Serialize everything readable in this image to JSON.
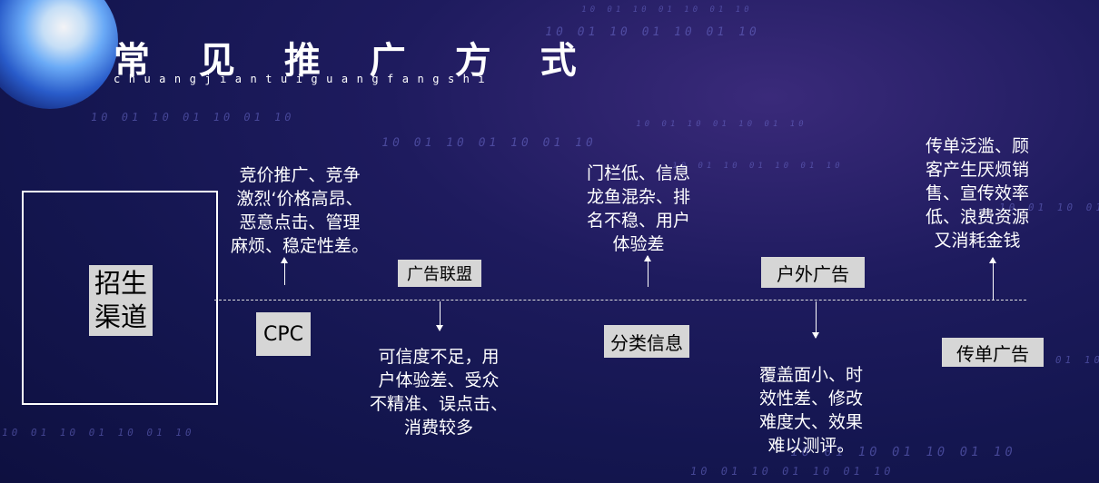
{
  "title": "常 见 推 广 方 式",
  "pinyin": "chuangjiantuiguangfangshi",
  "channel": {
    "label_line1": "招生",
    "label_line2": "渠道"
  },
  "binary_text": "10 01 10 01 10 01 10",
  "items": [
    {
      "tag": "CPC",
      "desc": [
        "竞价推广、竞争",
        "激烈‘价格高昂、",
        "恶意点击、管理",
        "麻烦、稳定性差。"
      ]
    },
    {
      "tag": "广告联盟",
      "desc": [
        "可信度不足，用",
        "户体验差、受众",
        "不精准、误点击、",
        "消费较多"
      ]
    },
    {
      "tag": "分类信息",
      "desc": [
        "门栏低、信息",
        "龙鱼混杂、排",
        "名不稳、用户",
        "体验差"
      ]
    },
    {
      "tag": "户外广告",
      "desc": [
        "覆盖面小、时",
        "效性差、修改",
        "难度大、效果",
        "难以测评。"
      ]
    },
    {
      "tag": "传单广告",
      "desc": [
        "传单泛滥、顾",
        "客产生厌烦销",
        "售、宣传效率",
        "低、浪费资源",
        "又消耗金钱"
      ]
    }
  ]
}
